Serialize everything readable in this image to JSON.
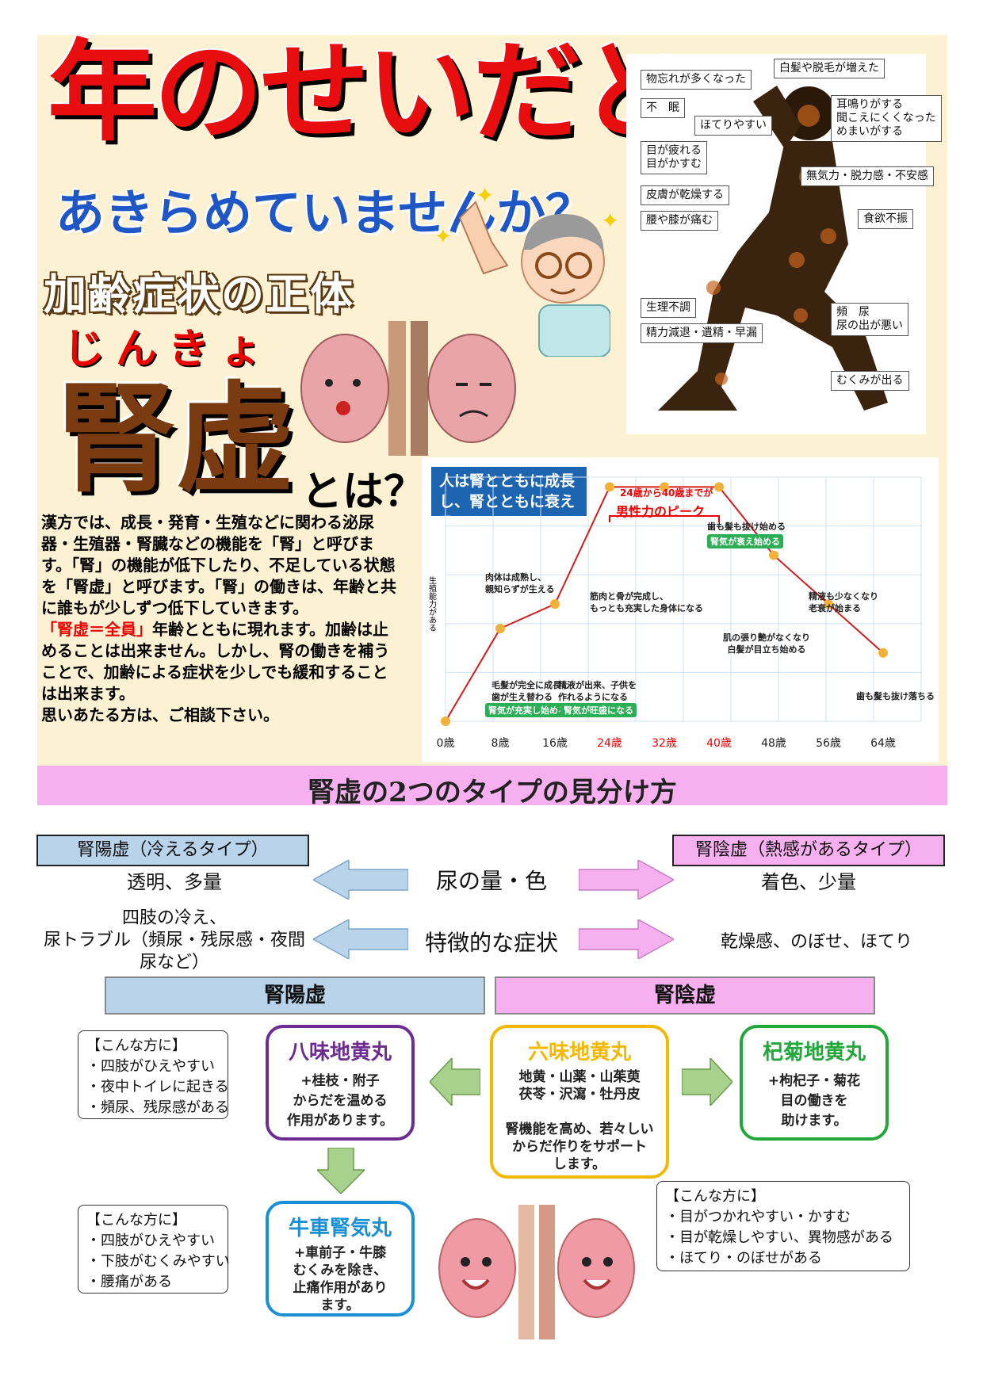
{
  "hero": {
    "title": "年のせいだと",
    "subtitle": "あきらめていませんか？",
    "section": "加齢症状の正体",
    "ruby": "じんきょ",
    "kanji": "腎虚",
    "towa": "とは？"
  },
  "intro": {
    "p1": "漢方では、成長・発育・生殖などに関わる泌尿器・生殖器・腎臓などの機能を「腎」と呼びます。「腎」の機能が低下したり、不足している状態を「腎虚」と呼びます。「腎」の働きは、年齢と共に誰もが少しずつ低下していきます。",
    "p2_red": "「腎虚＝全員」",
    "p2": "年齢とともに現れます。加齢は止めることは出来ません。しかし、腎の働きを補うことで、加齢による症状を少しでも緩和することは出来ます。",
    "p3": "思いあたる方は、ご相談下さい。"
  },
  "symptoms": [
    "物忘れが多くなった",
    "白髪や脱毛が増えた",
    "不　眠",
    "ほてりやすい",
    "耳鳴りがする\n聞こえにくくなった\nめまいがする",
    "目が疲れる\n目がかすむ",
    "無気力・脱力感・不安感",
    "皮膚が乾燥する",
    "腰や膝が痛む",
    "食欲不振",
    "生理不調",
    "頻　尿\n尿の出が悪い",
    "精力減退・遺精・早漏",
    "むくみが出る"
  ],
  "chart_data": {
    "type": "line",
    "title": "人は腎とともに成長し、腎とともに衰える",
    "peak_note": "24歳から40歳までが",
    "peak_label": "男性力のピーク",
    "categories": [
      "0歳",
      "8歳",
      "16歳",
      "24歳",
      "32歳",
      "40歳",
      "48歳",
      "56歳",
      "64歳"
    ],
    "values": [
      0,
      38,
      48,
      96,
      96,
      96,
      68,
      48,
      28
    ],
    "annotations": [
      "肉体は成熟し、\n親知らずが生える",
      "毛髪が完全に成長し\n歯が生え替わる",
      "腎気が充実し始める",
      "筋肉と骨が完成し、\nもっとも充実した身体になる",
      "精液が出来、子供を\n作れるようになる",
      "腎気が旺盛になる",
      "歯も髪も抜け始める",
      "腎気が衰え始める",
      "肌の張り艶がなくなり\n白髪が目立ち始める",
      "精液も少なくなり\n老衰が始まる",
      "歯も髪も抜け落ちる"
    ],
    "ylabel": "生殖能力がある",
    "red_ticks": [
      "24歳",
      "32歳",
      "40歳"
    ]
  },
  "band": {
    "title": "腎虚の2つのタイプの見分け方"
  },
  "types": {
    "yang_box": "腎陽虚（冷えるタイプ）",
    "yin_box": "腎陰虚（熱感があるタイプ）",
    "row1_center": "尿の量・色",
    "row1_left": "透明、多量",
    "row1_right": "着色、少量",
    "row2_center": "特徴的な症状",
    "row2_left": "四肢の冷え、\n尿トラブル（頻尿・残尿感・夜間\n尿など）",
    "row2_right": "乾燥感、のぼせ、ほてり",
    "yang_header": "腎陽虚",
    "yin_header": "腎陰虚"
  },
  "remedies": {
    "hachimi": {
      "name": "八味地黄丸",
      "desc": "+桂枝・附子\nからだを温める\n作用があります。"
    },
    "rokumi": {
      "name": "六味地黄丸",
      "desc": "地黄・山薬・山茱萸\n茯苓・沢瀉・牡丹皮\n\n腎機能を高め、若々しい\nからだ作りをサポート\nします。"
    },
    "kogiku": {
      "name": "杞菊地黄丸",
      "desc": "+枸杞子・菊花\n目の働きを\n助けます。"
    },
    "goshajinki": {
      "name": "牛車腎気丸",
      "desc": "+車前子・牛膝\nむくみを除き、\n止痛作用があり\nます。"
    }
  },
  "bubbles": {
    "b1": [
      "【こんな方に】",
      "・四肢がひえやすい",
      "・夜中トイレに起きる",
      "・頻尿、残尿感がある"
    ],
    "b2": [
      "【こんな方に】",
      "・四肢がひえやすい",
      "・下肢がむくみやすい",
      "・腰痛がある"
    ],
    "b3": [
      "【こんな方に】",
      "・目がつかれやすい・かすむ",
      "・目が乾燥しやすい、異物感がある",
      "・ほてり・のぼせがある"
    ]
  },
  "colors": {
    "red": "#e80e10",
    "blue": "#1f57c7",
    "pink": "#f7b0ef",
    "lightblue": "#b8d3ea",
    "purple": "#6d2c91",
    "orange": "#f5b800",
    "green": "#22a83a",
    "teal": "#1a8fd4"
  }
}
